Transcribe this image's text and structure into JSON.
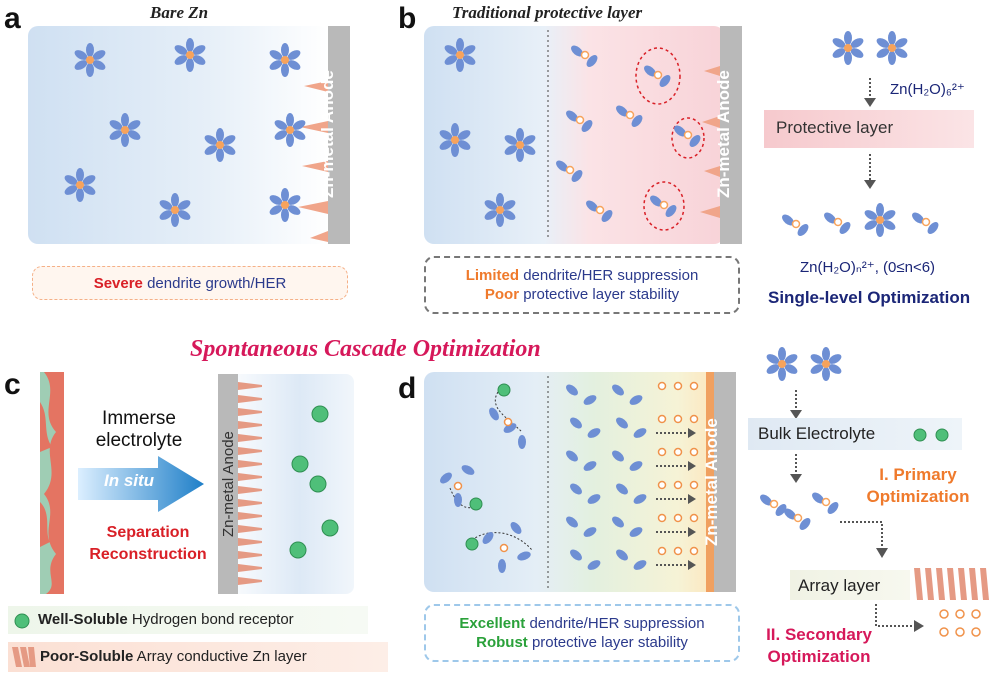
{
  "panels": {
    "a": {
      "label": "a",
      "title": "Bare Zn",
      "anode": "Zn-metal Anode",
      "caption": {
        "emph": "Severe",
        "rest": " dendrite growth/HER"
      }
    },
    "b": {
      "label": "b",
      "title": "Traditional protective layer",
      "anode": "Zn-metal Anode",
      "caption1": {
        "emph": "Limited",
        "rest": " dendrite/HER suppression"
      },
      "caption2": {
        "emph": "Poor",
        "rest": " protective layer stability"
      },
      "side": {
        "ion_top": "Zn(H₂O)₆²⁺",
        "layer": "Protective layer",
        "ion_bottom": "Zn(H₂O)ₙ²⁺, (0≤n<6)",
        "summary": "Single-level Optimization"
      }
    },
    "main_title": "Spontaneous Cascade Optimization",
    "c": {
      "label": "c",
      "immerse": "Immerse electrolyte",
      "insitu": "In situ",
      "process1": "Separation",
      "process2": "Reconstruction",
      "anode": "Zn-metal Anode",
      "legend1": {
        "emph": "Well-Soluble",
        "rest": " Hydrogen bond receptor"
      },
      "legend2": {
        "emph": "Poor-Soluble",
        "rest": " Array conductive Zn layer"
      }
    },
    "d": {
      "label": "d",
      "anode": "Zn-metal Anode",
      "caption1": {
        "emph": "Excellent",
        "rest": " dendrite/HER suppression"
      },
      "caption2": {
        "emph": "Robust",
        "rest": " protective layer stability"
      },
      "side": {
        "bulk": "Bulk Electrolyte",
        "primary1": "I. Primary",
        "primary2": "Optimization",
        "array": "Array layer",
        "secondary1": "II. Secondary",
        "secondary2": "Optimization"
      }
    }
  },
  "colors": {
    "title_red": "#d6185a",
    "emph_red": "#d92027",
    "emph_orange": "#ef7a2c",
    "emph_green": "#2aa13a",
    "navy": "#1b2677",
    "ion_blue": "#6e8fd4",
    "zinc_center": "#f7a35c"
  }
}
